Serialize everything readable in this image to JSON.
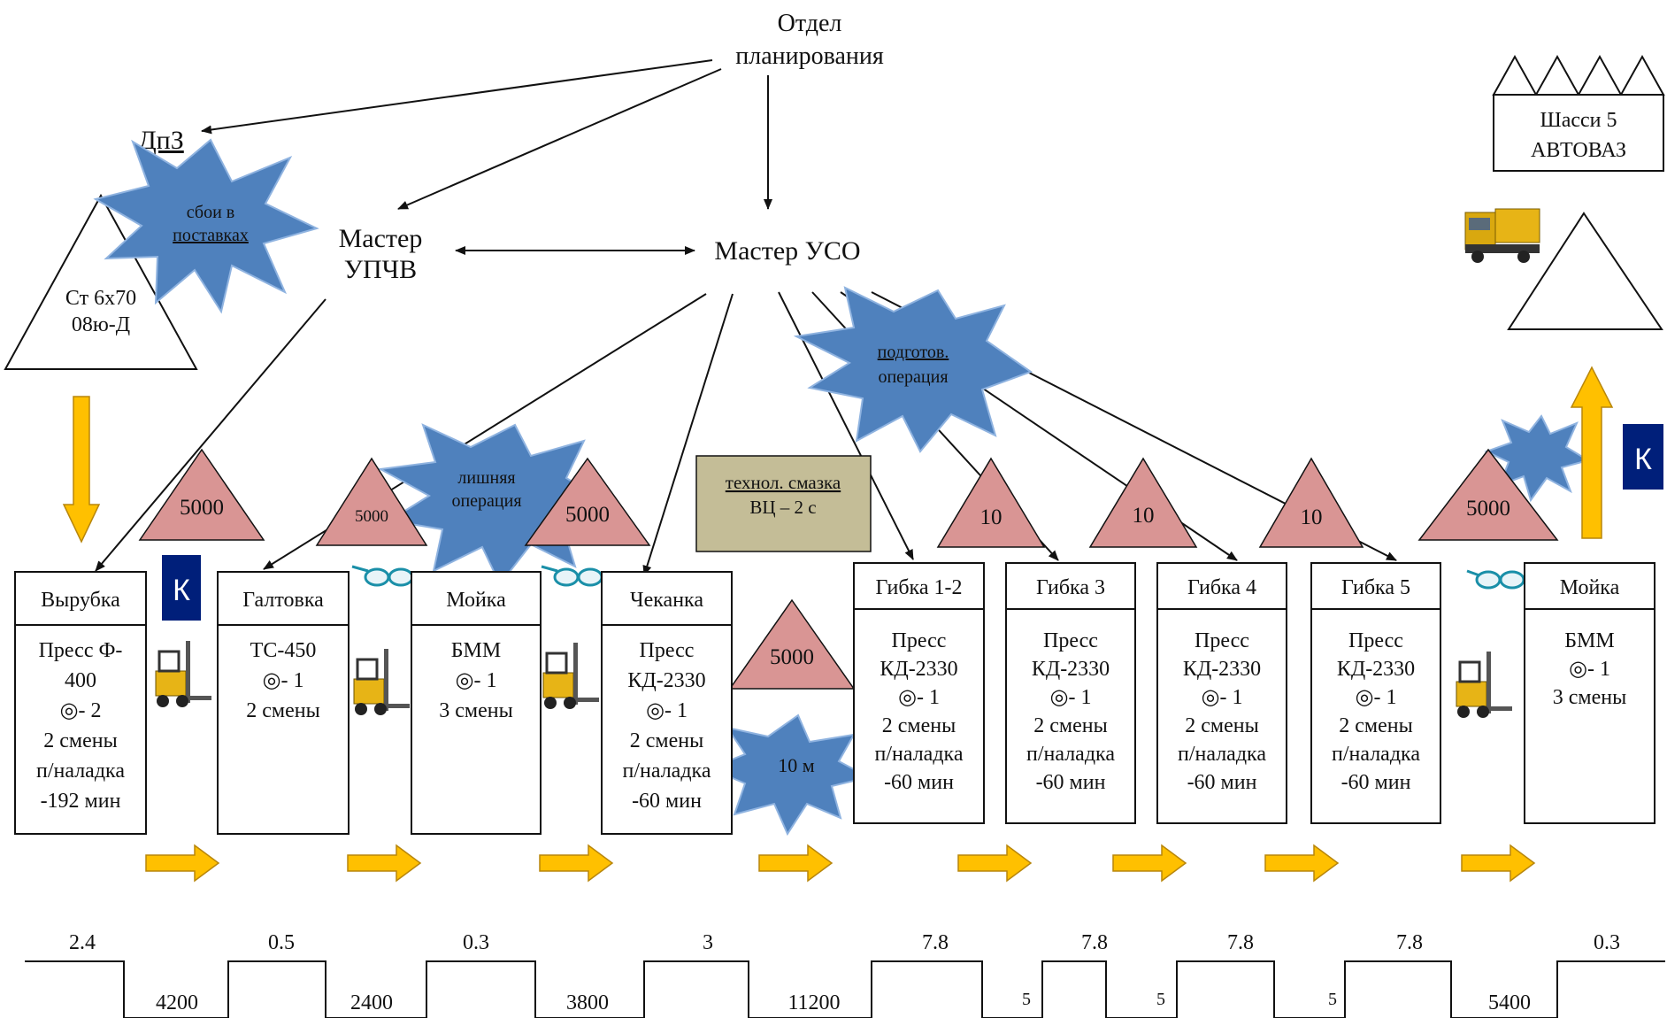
{
  "colors": {
    "inventory_fill": "#d99594",
    "burst_fill": "#4f81bd",
    "arrow_fill": "#ffc000",
    "kaizen_fill": "#001f7a",
    "note_fill": "#c4bd97"
  },
  "top": {
    "planning_line1": "Отдел",
    "planning_line2": "планирования",
    "dpz": "ДпЗ",
    "master_upchv_line1": "Мастер",
    "master_upchv_line2": "УПЧВ",
    "master_uso": "Мастер УСО",
    "supplier_line1": "Ст 6х70",
    "supplier_line2": "08ю-Д",
    "customer_line1": "Шасси 5",
    "customer_line2": "АВТОВАЗ"
  },
  "bursts": {
    "supply": [
      "сбои в",
      "поставках"
    ],
    "prep": [
      "подготов.",
      "операция"
    ],
    "extra": [
      "лишняя",
      "операция"
    ],
    "transport": "10 м"
  },
  "note": {
    "line1": "технол. смазка",
    "line2": "ВЦ – 2 с"
  },
  "kaizen_label": "К",
  "inventories": [
    {
      "value": "5000"
    },
    {
      "value": "5000"
    },
    {
      "value": "5000"
    },
    {
      "value": "5000"
    },
    {
      "value": "10"
    },
    {
      "value": "10"
    },
    {
      "value": "10"
    },
    {
      "value": "5000"
    }
  ],
  "processes": [
    {
      "title": "Вырубка",
      "lines": [
        "Пресс Ф-",
        "400",
        "◎- 2",
        "2 смены",
        "п/наладка",
        "-192 мин"
      ]
    },
    {
      "title": "Галтовка",
      "lines": [
        "ТС-450",
        "◎- 1",
        "2 смены"
      ]
    },
    {
      "title": "Мойка",
      "lines": [
        "БММ",
        "◎- 1",
        "3 смены"
      ]
    },
    {
      "title": "Чеканка",
      "lines": [
        "Пресс",
        "КД-2330",
        "◎- 1",
        "2 смены",
        "п/наладка",
        "-60 мин"
      ]
    },
    {
      "title": "Гибка 1-2",
      "lines": [
        "Пресс",
        "КД-2330",
        "◎- 1",
        "2 смены",
        "п/наладка",
        "-60 мин"
      ]
    },
    {
      "title": "Гибка 3",
      "lines": [
        "Пресс",
        "КД-2330",
        "◎- 1",
        "2 смены",
        "п/наладка",
        "-60 мин"
      ]
    },
    {
      "title": "Гибка 4",
      "lines": [
        "Пресс",
        "КД-2330",
        "◎- 1",
        "2 смены",
        "п/наладка",
        "-60 мин"
      ]
    },
    {
      "title": "Гибка 5",
      "lines": [
        "Пресс",
        "КД-2330",
        "◎- 1",
        "2 смены",
        "п/наладка",
        "-60 мин"
      ]
    },
    {
      "title": "Мойка",
      "lines": [
        "БММ",
        "◎- 1",
        "3 смены"
      ]
    }
  ],
  "timeline": {
    "process_times": [
      "2.4",
      "0.5",
      "0.3",
      "3",
      "7.8",
      "7.8",
      "7.8",
      "7.8",
      "0.3"
    ],
    "wait_times": [
      "4200",
      "2400",
      "3800",
      "11200",
      "5",
      "5",
      "5",
      "5400"
    ]
  }
}
